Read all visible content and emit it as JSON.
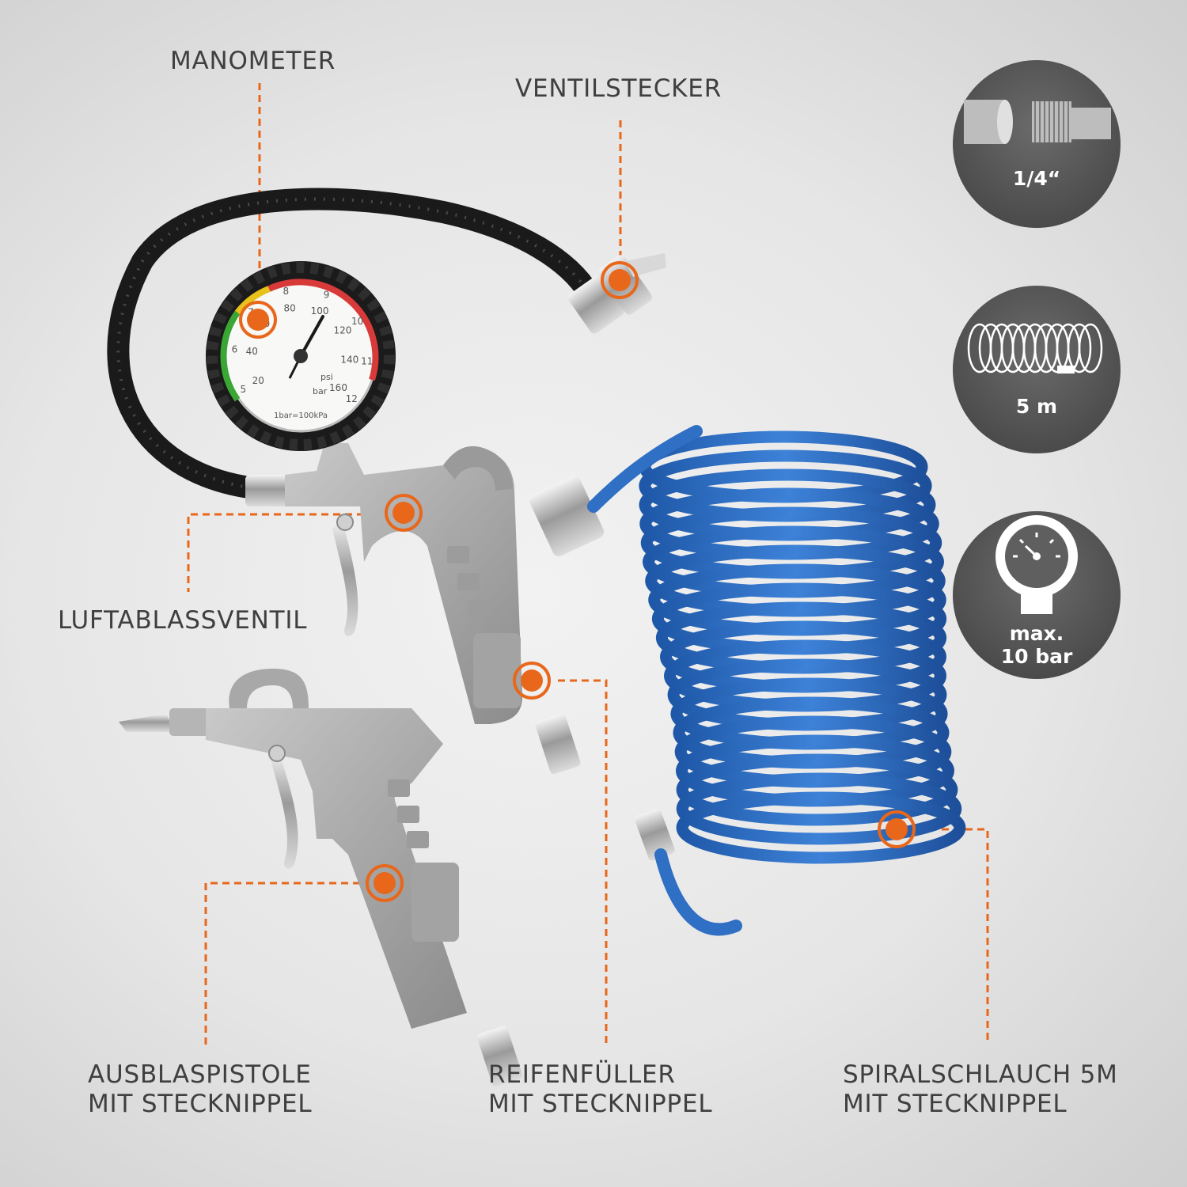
{
  "labels": {
    "manometer": "MANOMETER",
    "ventilstecker": "VENTILSTECKER",
    "luftablassventil": "LUFTABLASSVENTIL",
    "ausblaspistole": [
      "AUSBLASPISTOLE",
      "MIT STECKNIPPEL"
    ],
    "reifenfueller": [
      "REIFENFÜLLER",
      "MIT STECKNIPPEL"
    ],
    "spiralschlauch": [
      "SPIRALSCHLAUCH 5M",
      "MIT STECKNIPPEL"
    ]
  },
  "specs": [
    {
      "icon": "thread-fitting-icon",
      "text": [
        "1/4“"
      ]
    },
    {
      "icon": "coiled-hose-icon",
      "text": [
        "5 m"
      ]
    },
    {
      "icon": "pressure-gauge-icon",
      "text": [
        "max.",
        "10 bar"
      ]
    }
  ],
  "gauge": {
    "bar_scale": [
      "5",
      "6",
      "7",
      "8",
      "9",
      "10",
      "11",
      "12"
    ],
    "psi_scale": [
      "20",
      "40",
      "60",
      "80",
      "100",
      "120",
      "140",
      "160"
    ],
    "unit_psi": "psi",
    "unit_bar": "bar",
    "footnote": "1bar=100kPa"
  },
  "colors": {
    "accent": "#e8671b",
    "hose_blue": "#2f6fc4",
    "badge": "#5f5f5f",
    "text": "#3f3f3f"
  }
}
